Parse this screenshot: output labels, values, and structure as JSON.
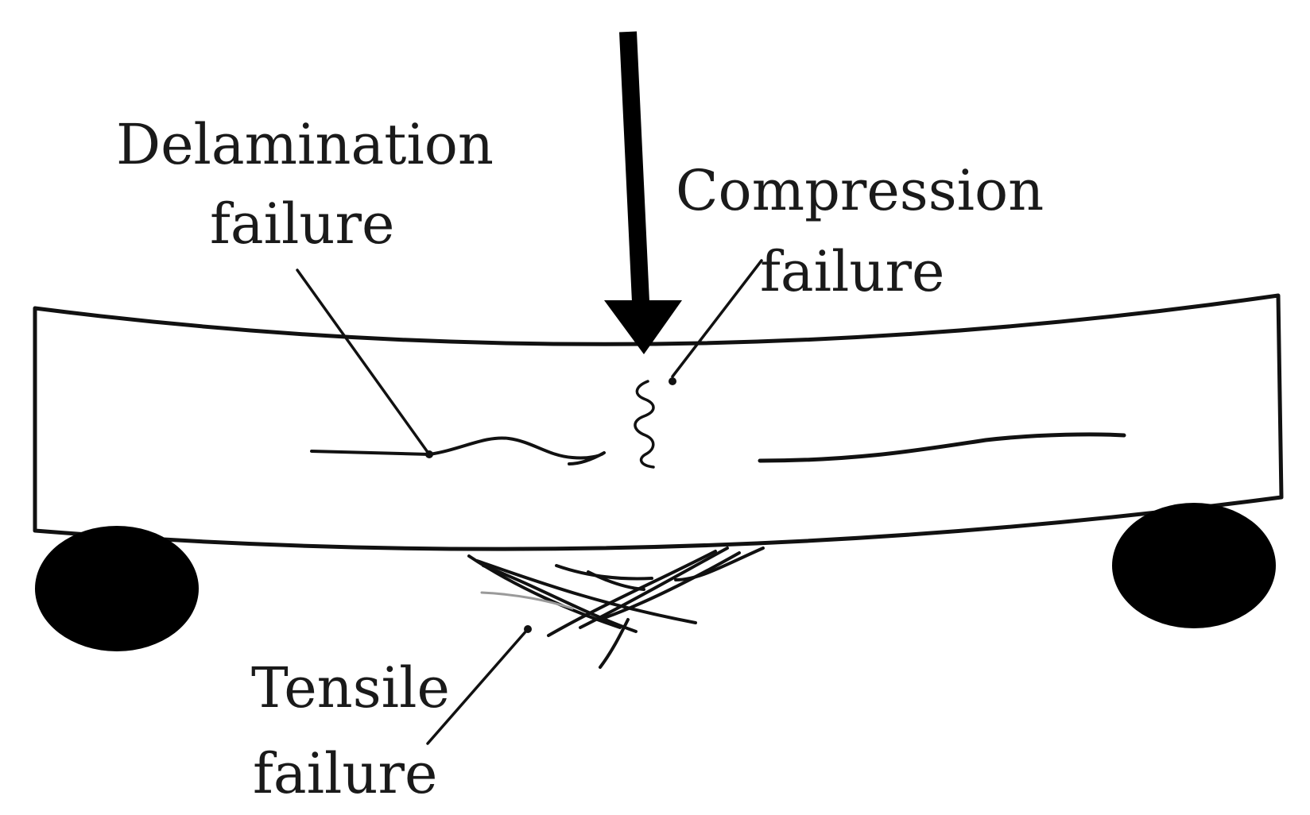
{
  "labels": {
    "delamination_line1": "Delamination",
    "delamination_line2": "failure",
    "compression_line1": "Compression",
    "compression_line2": "failure",
    "tensile_line1": "Tensile",
    "tensile_line2": "failure"
  },
  "colors": {
    "ink": "#111111",
    "background": "#ffffff"
  }
}
